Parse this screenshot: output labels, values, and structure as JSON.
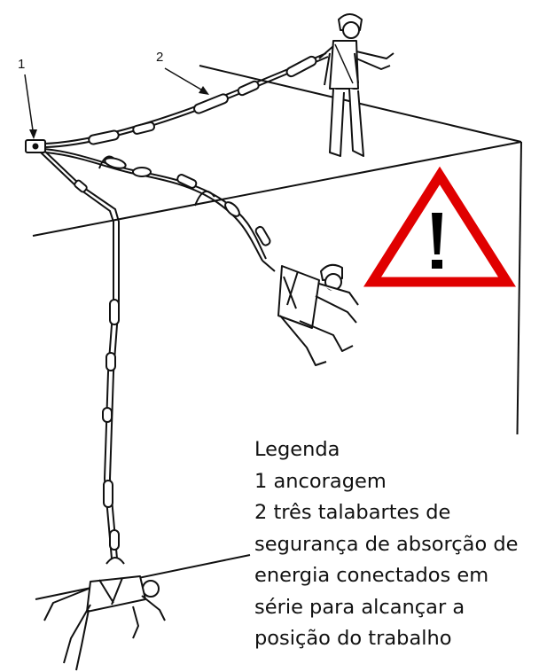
{
  "callouts": {
    "anchor_number": "1",
    "lanyards_number": "2"
  },
  "legend": {
    "title": "Legenda",
    "lines": [
      "1 ancoragem",
      "2 três talabartes de",
      "segurança de absorção de",
      "energia conectados em",
      "série para alcançar a",
      "posição do trabalho"
    ]
  },
  "warning_sign": {
    "icon": "exclamation-warning-triangle",
    "border_color": "#e00000",
    "mark_color": "#000000"
  }
}
